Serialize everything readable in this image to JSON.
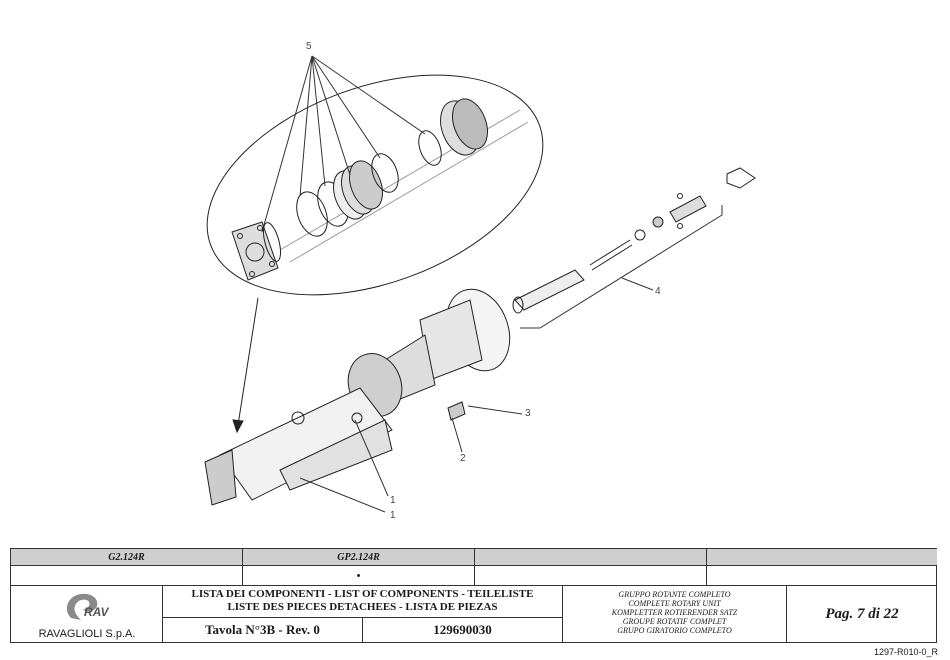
{
  "callouts": [
    "5",
    "4",
    "3",
    "2",
    "1",
    "1"
  ],
  "table": {
    "models": [
      "G2.124R",
      "GP2.124R",
      "",
      ""
    ],
    "marks": [
      "",
      "•",
      "",
      ""
    ],
    "title_line1": "LISTA DEI COMPONENTI - LIST OF COMPONENTS - TEILELISTE",
    "title_line2": "LISTE DES PIECES DETACHEES - LISTA DE PIEZAS",
    "table_no": "Tavola N°3B - Rev. 0",
    "part_code": "129690030",
    "description": [
      "GRUPPO ROTANTE COMPLETO",
      "COMPLETE ROTARY UNIT",
      "KOMPLETTER ROTIERENDER SATZ",
      "GROUPE ROTATIF COMPLET",
      "GRUPO GIRATORIO COMPLETO"
    ],
    "page": "Pag. 7 di 22",
    "company": "RAVAGLIOLI S.p.A.",
    "logo_text": "RAV"
  },
  "doc_ref": "1297-R010-0_R"
}
